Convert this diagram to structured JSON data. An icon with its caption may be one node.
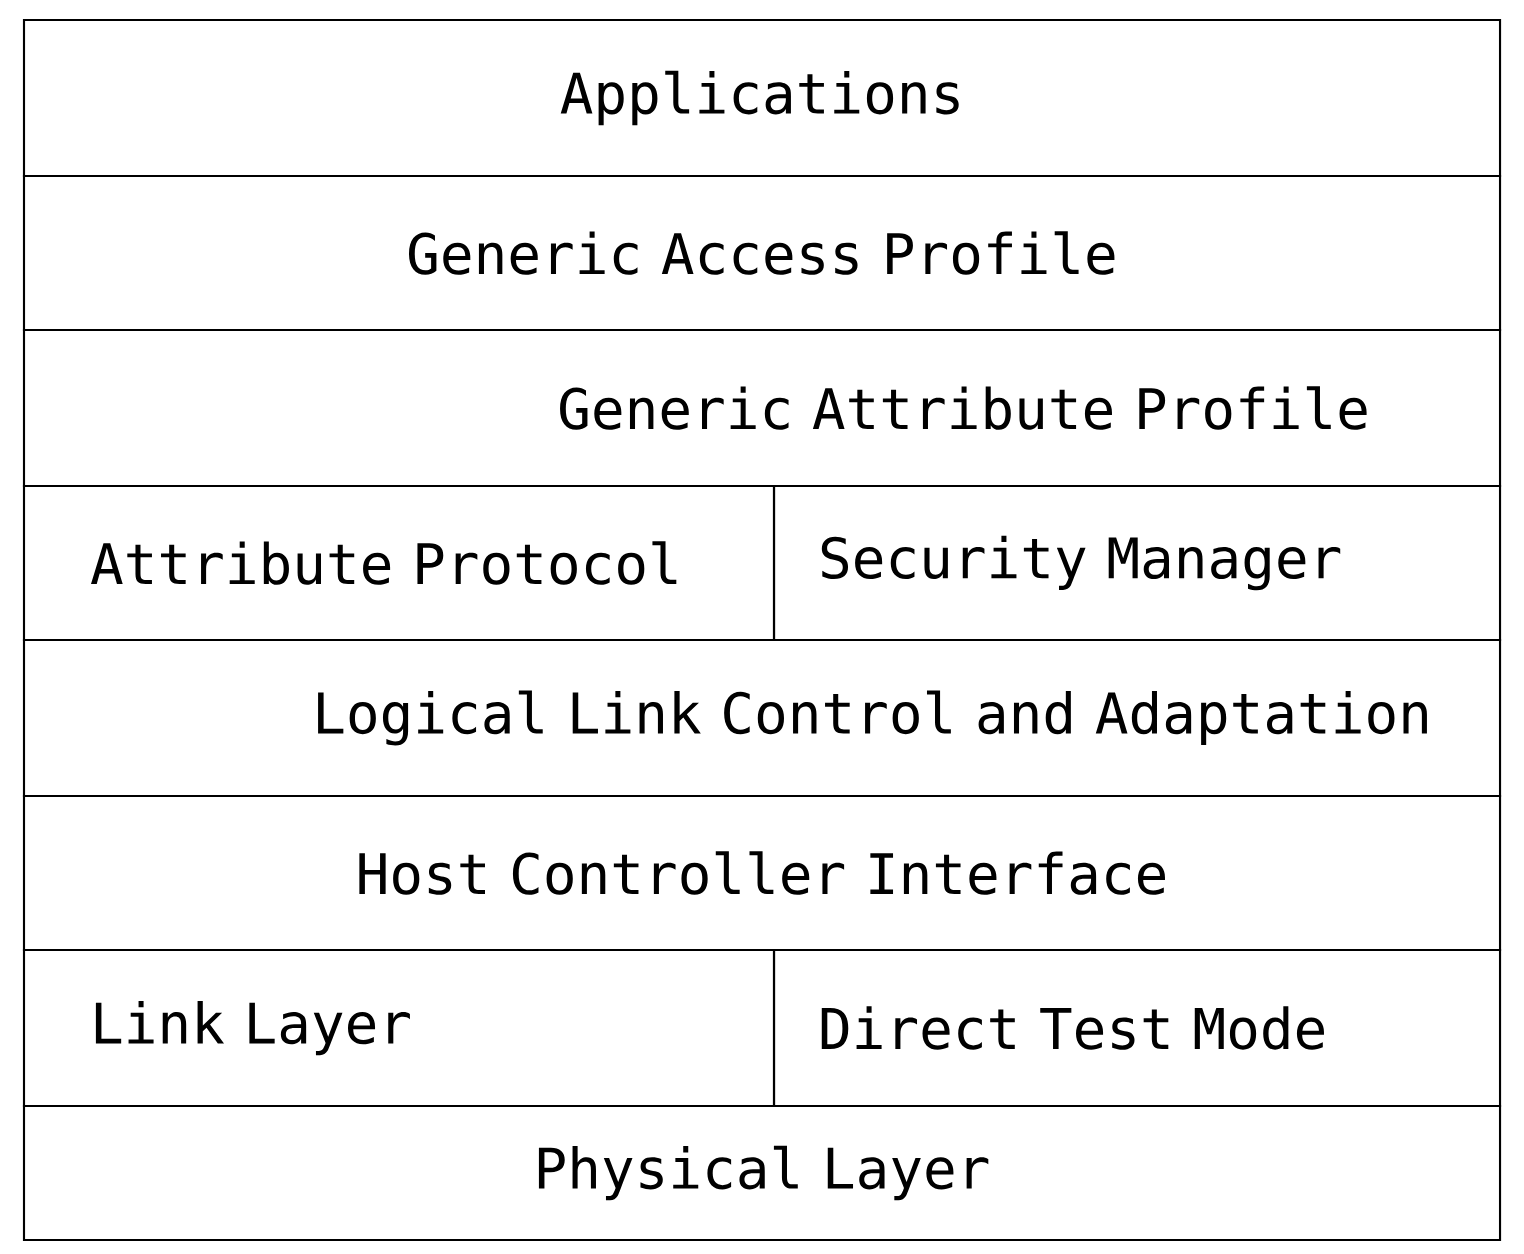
{
  "diagram": {
    "nodes": [
      {
        "text": [
          "Applications"
        ]
      },
      {
        "text": [
          "Generic Access Profile"
        ]
      },
      {
        "text": [
          "Generic Attribute Profile"
        ]
      },
      {
        "text": [
          "Attribute Protocol"
        ]
      },
      {
        "text": [
          "Security Manager"
        ]
      },
      {
        "text": [
          "Logical Link Control and Adaptation"
        ]
      },
      {
        "text": [
          "Host Controller Interface"
        ]
      },
      {
        "text": [
          "Link Layer"
        ]
      },
      {
        "text": [
          "Direct Test Mode"
        ]
      },
      {
        "text": [
          "Physical Layer"
        ]
      }
    ]
  }
}
